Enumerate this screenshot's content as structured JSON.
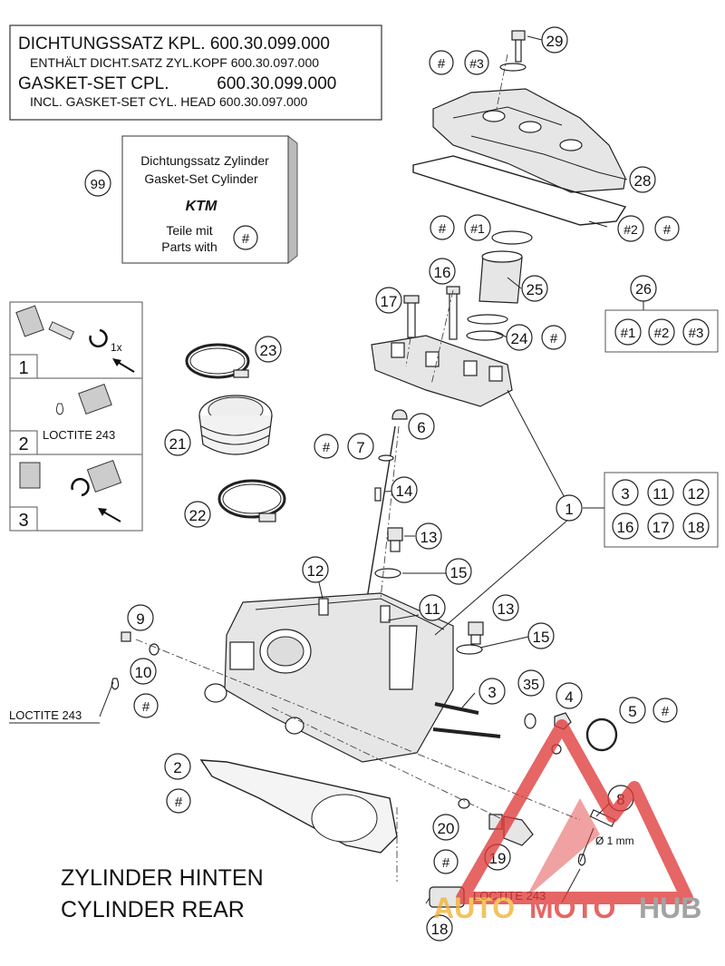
{
  "header_box": {
    "line1": "DICHTUNGSSATZ KPL. 600.30.099.000",
    "line2": "ENTHÄLT DICHT.SATZ ZYL.KOPF 600.30.097.000",
    "line3": "GASKET-SET CPL.          600.30.099.000",
    "line4": "INCL. GASKET-SET CYL. HEAD 600.30.097.000"
  },
  "gasket_package": {
    "line1": "Dichtungssatz Zylinder",
    "line2": "Gasket-Set Cylinder",
    "brand": "KTM",
    "line3": "Teile mit",
    "line4": "Parts with",
    "mark": "#",
    "ref": "99"
  },
  "steps": [
    {
      "num": "1",
      "note": "1x"
    },
    {
      "num": "2",
      "note": "LOCTITE 243"
    },
    {
      "num": "3",
      "note": ""
    }
  ],
  "group_26": {
    "ref": "26",
    "items": [
      "#1",
      "#2",
      "#3"
    ]
  },
  "group_1": {
    "ref": "1",
    "items": [
      "3",
      "11",
      "12",
      "16",
      "17",
      "18"
    ]
  },
  "callouts": [
    {
      "id": "29",
      "label": "29"
    },
    {
      "id": "hash-29",
      "label": "#"
    },
    {
      "id": "hash3-29",
      "label": "#3"
    },
    {
      "id": "28",
      "label": "28"
    },
    {
      "id": "hash2-28",
      "label": "#2"
    },
    {
      "id": "hash-28",
      "label": "#"
    },
    {
      "id": "hash-25",
      "label": "#"
    },
    {
      "id": "hash1-25",
      "label": "#1"
    },
    {
      "id": "25",
      "label": "25"
    },
    {
      "id": "16",
      "label": "16"
    },
    {
      "id": "17",
      "label": "17"
    },
    {
      "id": "24",
      "label": "24"
    },
    {
      "id": "hash-24",
      "label": "#"
    },
    {
      "id": "23",
      "label": "23"
    },
    {
      "id": "21",
      "label": "21"
    },
    {
      "id": "22",
      "label": "22"
    },
    {
      "id": "6",
      "label": "6"
    },
    {
      "id": "hash-7",
      "label": "#"
    },
    {
      "id": "7",
      "label": "7"
    },
    {
      "id": "14",
      "label": "14"
    },
    {
      "id": "13a",
      "label": "13"
    },
    {
      "id": "15a",
      "label": "15"
    },
    {
      "id": "12",
      "label": "12"
    },
    {
      "id": "11",
      "label": "11"
    },
    {
      "id": "13b",
      "label": "13"
    },
    {
      "id": "15b",
      "label": "15"
    },
    {
      "id": "9",
      "label": "9"
    },
    {
      "id": "10",
      "label": "10"
    },
    {
      "id": "hash-10",
      "label": "#"
    },
    {
      "id": "3",
      "label": "3"
    },
    {
      "id": "35",
      "label": "35"
    },
    {
      "id": "4",
      "label": "4"
    },
    {
      "id": "5",
      "label": "5"
    },
    {
      "id": "hash-5",
      "label": "#"
    },
    {
      "id": "2",
      "label": "2"
    },
    {
      "id": "hash-2",
      "label": "#"
    },
    {
      "id": "8",
      "label": "8"
    },
    {
      "id": "20",
      "label": "20"
    },
    {
      "id": "hash-20",
      "label": "#"
    },
    {
      "id": "19",
      "label": "19"
    },
    {
      "id": "18",
      "label": "18"
    }
  ],
  "loctite_left": "LOCTITE 243",
  "loctite_bottom": "LOCTITE 243",
  "nozzle_note": "Ø 1 mm",
  "title_de": "ZYLINDER HINTEN",
  "title_en": "CYLINDER REAR",
  "watermark": {
    "part1": "AUTO",
    "part2": "MOTO",
    "part3": "HUB"
  },
  "colors": {
    "watermark_red": "#e03a3a",
    "watermark_orange": "#f2b233",
    "watermark_gray": "#8a8a8a"
  }
}
